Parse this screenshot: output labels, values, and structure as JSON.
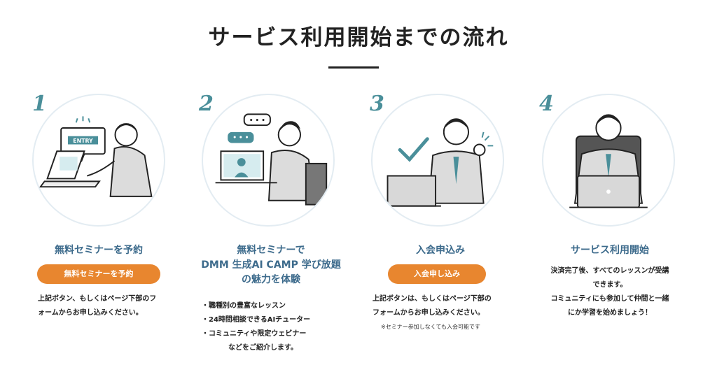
{
  "section_title": "サービス利用開始までの流れ",
  "steps": [
    {
      "number": "1",
      "title": "無料セミナーを予約",
      "button_label": "無料セミナーを予約",
      "bubble_text": "ENTRY",
      "description_lines": [
        "上記ボタン、もしくはページ下部のフ",
        "ォームからお申し込みください。"
      ]
    },
    {
      "number": "2",
      "title_lines": [
        "無料セミナーで",
        "DMM 生成AI CAMP 学び放題",
        "の魅力を体験"
      ],
      "bubble_text": "• • •",
      "bullets": [
        "職種別の豊富なレッスン",
        "24時間相談できるAIチューター",
        "コミュニティや限定ウェビナー"
      ],
      "bullet_continuation": "などをご紹介します。"
    },
    {
      "number": "3",
      "title": "入会申込み",
      "button_label": "入会申し込み",
      "description_lines": [
        "上記ボタンは、もしくはページ下部の",
        "フォームからお申し込みください。"
      ],
      "note": "※セミナー参加しなくても入会可能です"
    },
    {
      "number": "4",
      "title": "サービス利用開始",
      "description_lines": [
        "決済完了後、すべてのレッスンが受講",
        "できます。",
        "コミュニティにも参加して仲間と一緒",
        "にか学習を始めましょう！"
      ]
    }
  ],
  "colors": {
    "accent_teal": "#4a8f9a",
    "title_blue": "#3d6b8c",
    "cta_orange": "#e8862f",
    "circle_border": "#e3ecf2"
  }
}
